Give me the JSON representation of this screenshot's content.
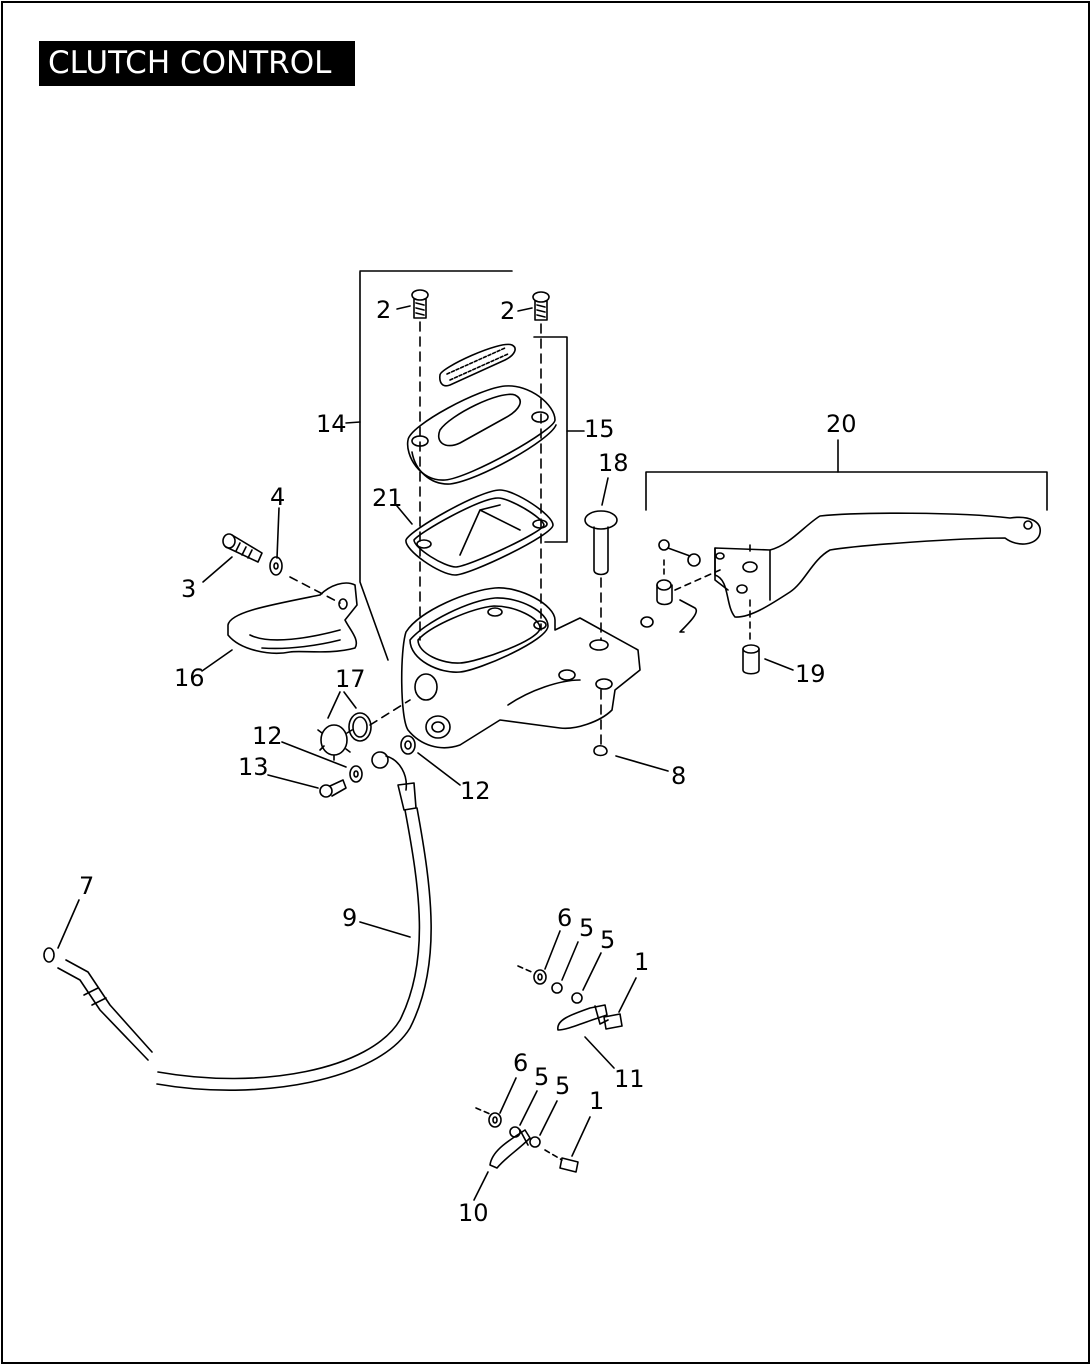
{
  "title": "CLUTCH CONTROL",
  "callouts": [
    "2",
    "2",
    "14",
    "15",
    "18",
    "20",
    "21",
    "4",
    "3",
    "16",
    "17",
    "12",
    "13",
    "12",
    "8",
    "19",
    "7",
    "9",
    "6",
    "5",
    "5",
    "1",
    "11",
    "6",
    "5",
    "5",
    "1",
    "10"
  ],
  "colors": {
    "ink": "#000000",
    "background": "#ffffff",
    "title_bg": "#000000",
    "title_fg": "#ffffff"
  }
}
